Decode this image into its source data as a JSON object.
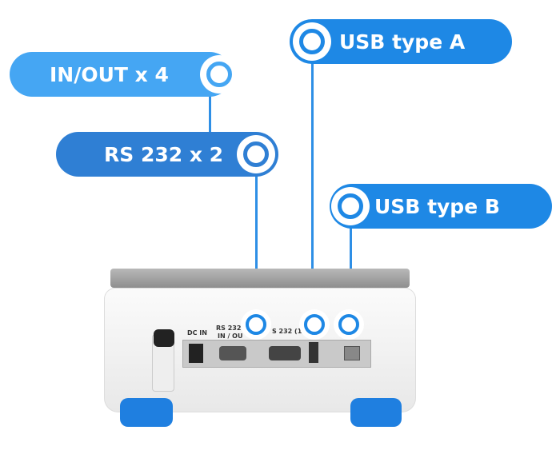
{
  "callouts": {
    "in_out": "IN/OUT x 4",
    "usb_a": "USB type A",
    "rs232": "RS 232 x 2",
    "usb_b": "USB type B"
  },
  "device_labels": {
    "dc_in": "DC IN",
    "rs232_2": "RS 232",
    "in_out": "IN / OU",
    "rs232_1": "S 232 (1"
  },
  "colors": {
    "light_blue": "#45a6f3",
    "blue": "#1e88e5",
    "dark_blue": "#2f7fd4",
    "foot": "#1f7fe0"
  }
}
